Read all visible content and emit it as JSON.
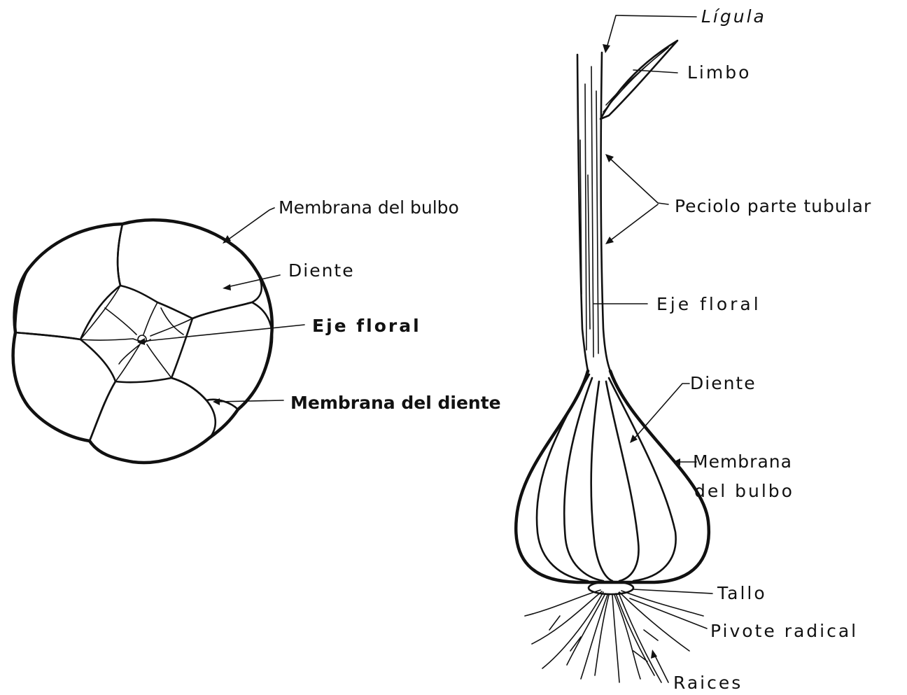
{
  "cross_section": {
    "labels": {
      "membrana_bulbo": "Membrana del bulbo",
      "diente": "Diente",
      "eje_floral": "Eje floral",
      "membrana_diente": "Membrana del diente"
    }
  },
  "plant": {
    "labels": {
      "ligula": "Lígula",
      "limbo": "Limbo",
      "peciolo": "Peciolo parte tubular",
      "eje_floral": "Eje floral",
      "diente": "Diente",
      "membrana_line1": "Membrana",
      "membrana_line2": "del bulbo",
      "tallo": "Tallo",
      "pivote": "Pivote radical",
      "raices": "Raices"
    }
  }
}
